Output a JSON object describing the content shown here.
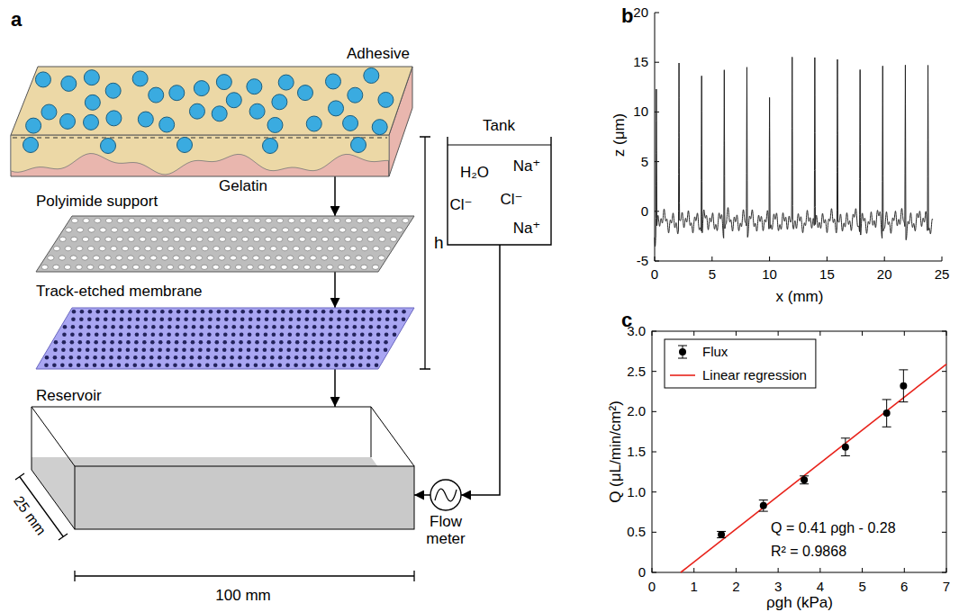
{
  "diagram": {
    "nodes": [
      {
        "text": [
          "Adhesive",
          "Gelatin"
        ]
      },
      {
        "text": [
          "Polyimide support"
        ]
      },
      {
        "text": [
          "Track-etched membrane"
        ]
      },
      {
        "text": [
          "Reservoir"
        ]
      },
      {
        "text": [
          "Tank",
          "H₂O",
          "Na⁺",
          "Cl⁻",
          "Cl⁻",
          "Na⁺"
        ]
      },
      {
        "text": [
          "Flow meter"
        ]
      }
    ],
    "edges": [
      {
        "from": 0,
        "to": 1,
        "arrow": "to"
      },
      {
        "from": 1,
        "to": 2,
        "arrow": "to"
      },
      {
        "from": 2,
        "to": 3,
        "arrow": "to"
      },
      {
        "from": 4,
        "to": 5,
        "arrow": "to"
      },
      {
        "from": 5,
        "to": 3,
        "arrow": "to"
      }
    ],
    "labels": [
      "a",
      "b",
      "c",
      "h",
      "25 mm",
      "100 mm",
      "20",
      "15",
      "10",
      "5",
      "0",
      "-5",
      "0",
      "5",
      "10",
      "15",
      "20",
      "25",
      "z (μm)",
      "x (mm)",
      "3.0",
      "2.5",
      "2.0",
      "1.5",
      "1.0",
      "0.5",
      "0",
      "0",
      "1",
      "2",
      "3",
      "4",
      "5",
      "6",
      "7",
      "Q (μL/min/cm²)",
      "ρgh (kPa)",
      "Q = 0.41 ρgh - 0.28",
      "R² = 0.9868"
    ],
    "legend": [
      {
        "text": "Flux"
      },
      {
        "text": "Linear regression"
      }
    ]
  }
}
